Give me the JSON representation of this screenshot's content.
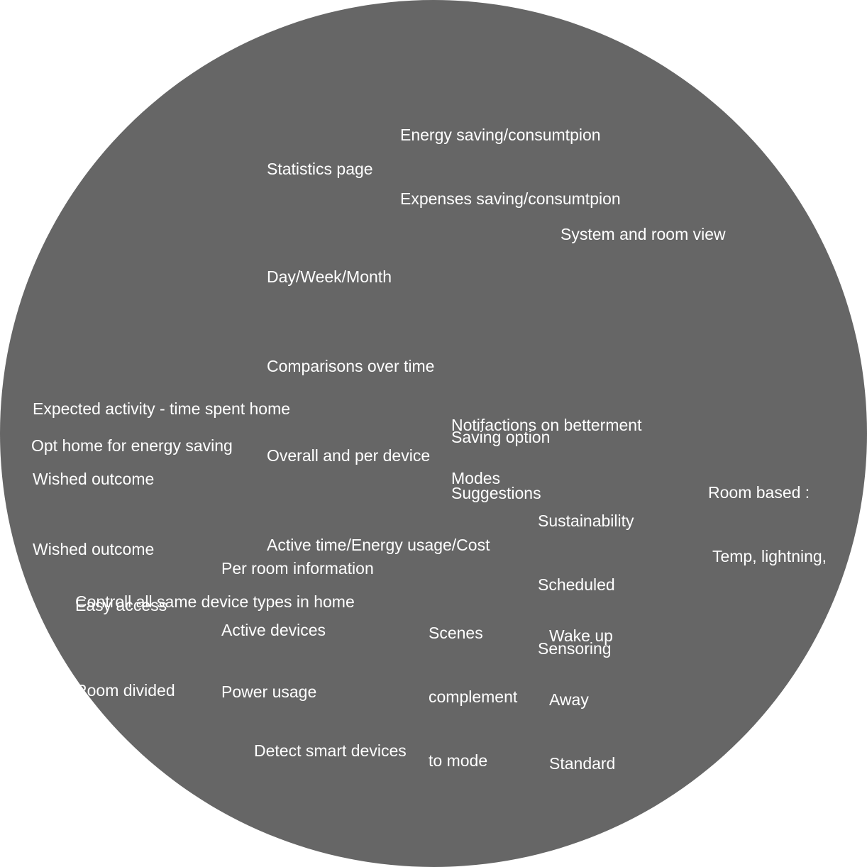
{
  "colors": {
    "circle": "#666666",
    "text": "#ffffff",
    "background": "#ffffff"
  },
  "groups": {
    "energy": [
      "Energy saving/consumtpion",
      "Expenses saving/consumtpion"
    ],
    "statistics_title": "Statistics page",
    "statistics": [
      "Day/Week/Month",
      "Comparisons over time",
      "Overall and per device",
      "Active time/Energy usage/Cost"
    ],
    "system_view": "System and room view",
    "expectations": [
      "Expected activity - time spent home",
      "Wished outcome",
      "Wished outcome"
    ],
    "opt_home": "Opt home for energy saving",
    "notifications": [
      "Notifactions on betterment",
      "Suggestions"
    ],
    "saving_option": "Saving option",
    "modes_label": "Modes",
    "modes": [
      "Sustainability",
      "Scheduled",
      "Sensoring"
    ],
    "room_based": [
      "Room based :",
      " Temp, lightning,"
    ],
    "per_room": [
      "Per room information",
      "Active devices",
      "Power usage"
    ],
    "access": [
      "Easy access",
      "Room divided"
    ],
    "control_all": "Controll all same device types in home",
    "scenes_label": [
      "Scenes",
      "complement",
      "to mode"
    ],
    "scenes": [
      "Wake up",
      "Away",
      "Standard"
    ],
    "detect": "Detect smart devices"
  }
}
